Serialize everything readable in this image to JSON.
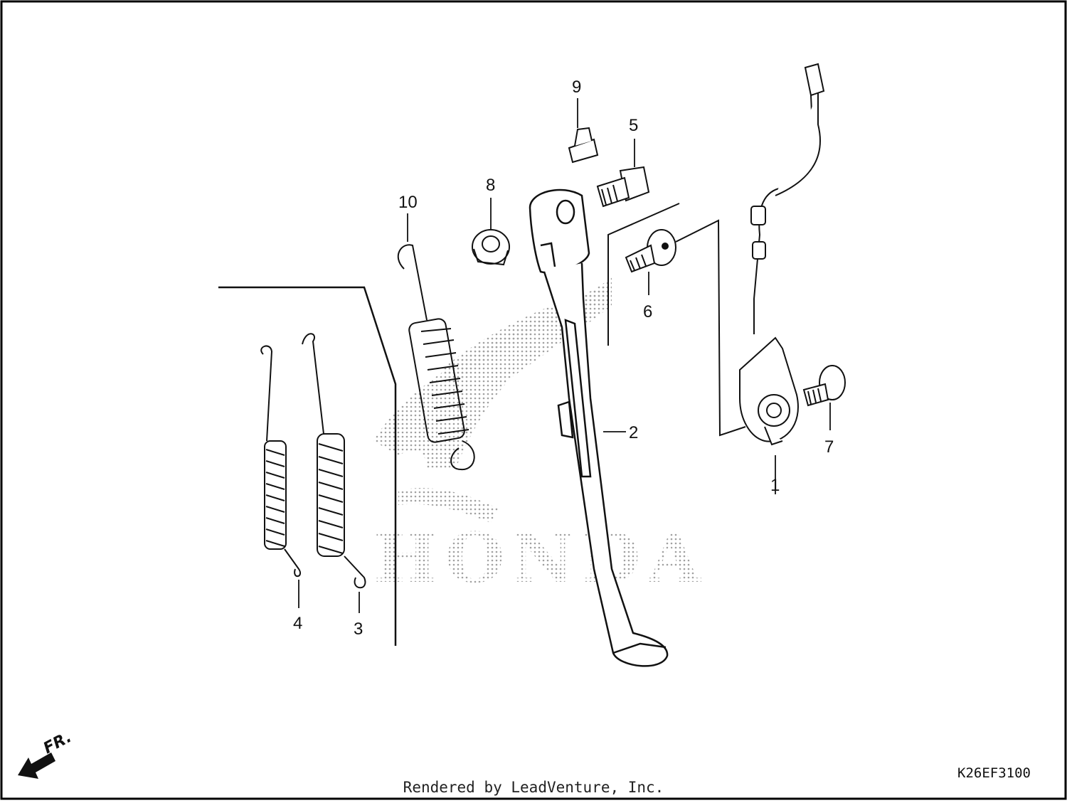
{
  "diagram": {
    "callouts": [
      "1",
      "2",
      "3",
      "4",
      "5",
      "6",
      "7",
      "8",
      "9",
      "10"
    ],
    "watermark_text": "HONDA",
    "direction_label": "FR.",
    "diagram_code": "K26EF3100",
    "footer_text": "Rendered by LeadVenture, Inc.",
    "icons": {
      "direction": "front-direction-arrow-icon",
      "logo": "honda-wing-logo"
    },
    "colors": {
      "line": "#111111",
      "frame": "#000000",
      "watermark": "#9a9a9a"
    }
  }
}
